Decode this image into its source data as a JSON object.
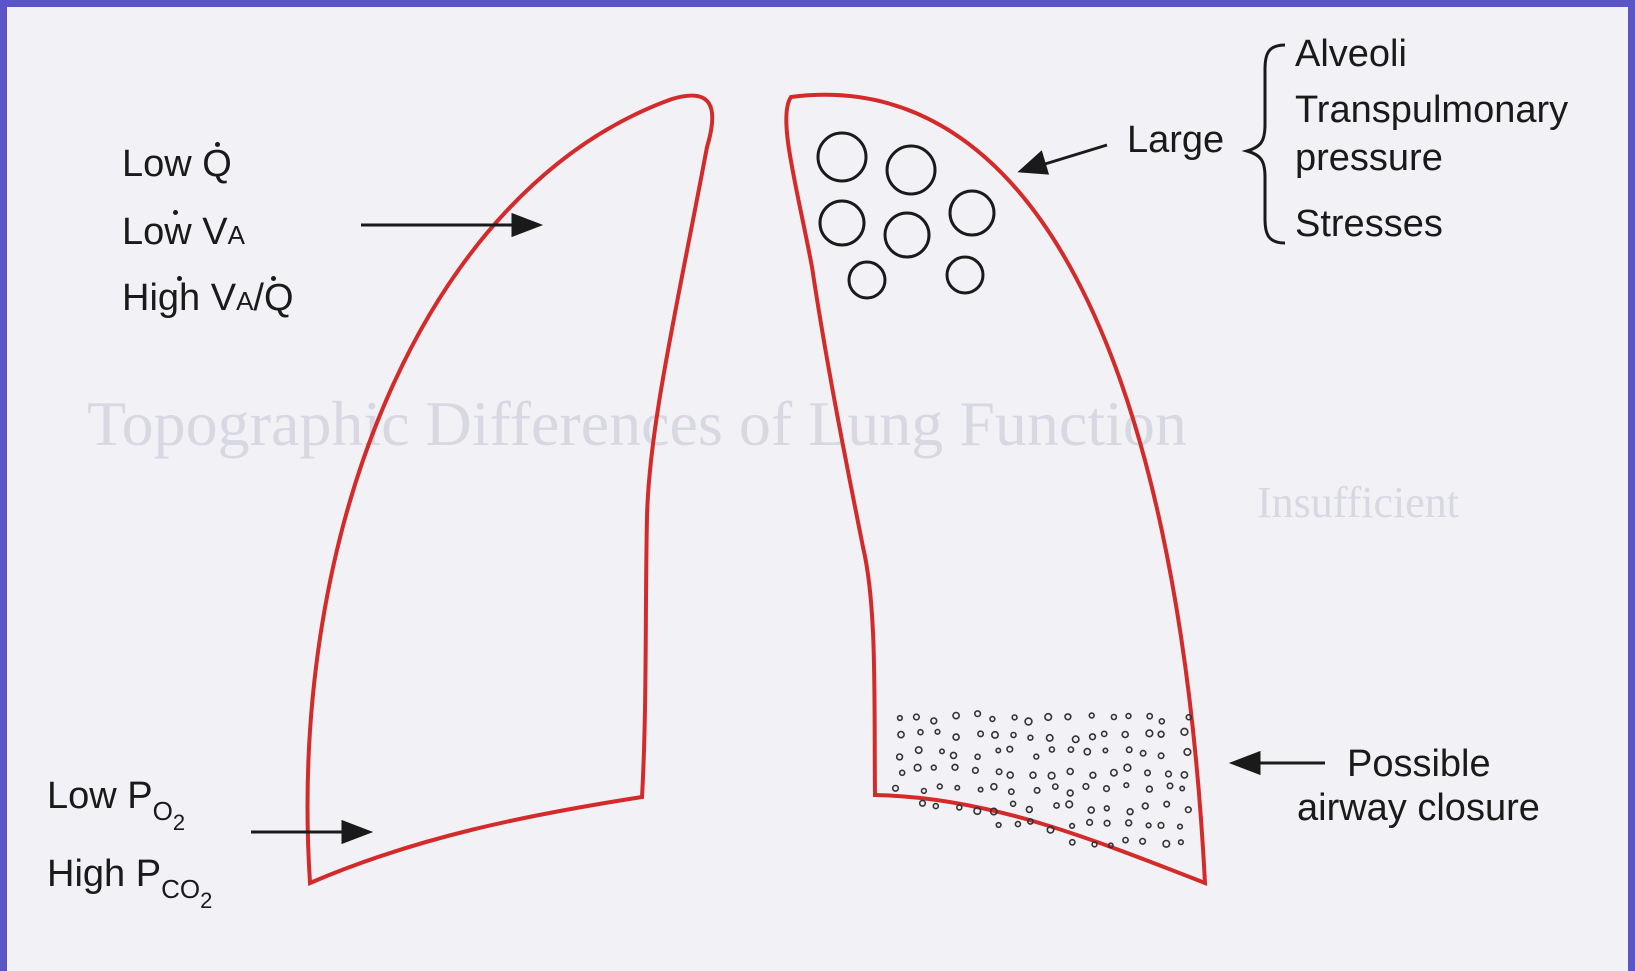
{
  "labels": {
    "low_q": "Low Q",
    "low_va_prefix": "Low V",
    "va_sub": "A",
    "high_vaq_prefix": "High V",
    "vaq_sub": "A",
    "vaq_suffix": " /Q",
    "low_po2_prefix": "Low P",
    "po2_sub": "O",
    "po2_sub2": "2",
    "high_pco2_prefix": "High P",
    "pco2_sub": "CO",
    "pco2_sub2": "2",
    "large": "Large",
    "alveoli": "Alveoli",
    "transpulmonary_1": "Transpulmonary",
    "transpulmonary_2": "pressure",
    "stresses": "Stresses",
    "possible": "Possible",
    "airway_closure": "airway closure"
  },
  "background_text": {
    "heading": "Topographic Differences of Lung Function",
    "subheading": "Insufficient"
  },
  "colors": {
    "frame": "#5a56c8",
    "background": "#f1f1f6",
    "lung_outline": "#d42a2a",
    "text": "#1a1a1a",
    "ghost_text": "#d8d8e2"
  }
}
